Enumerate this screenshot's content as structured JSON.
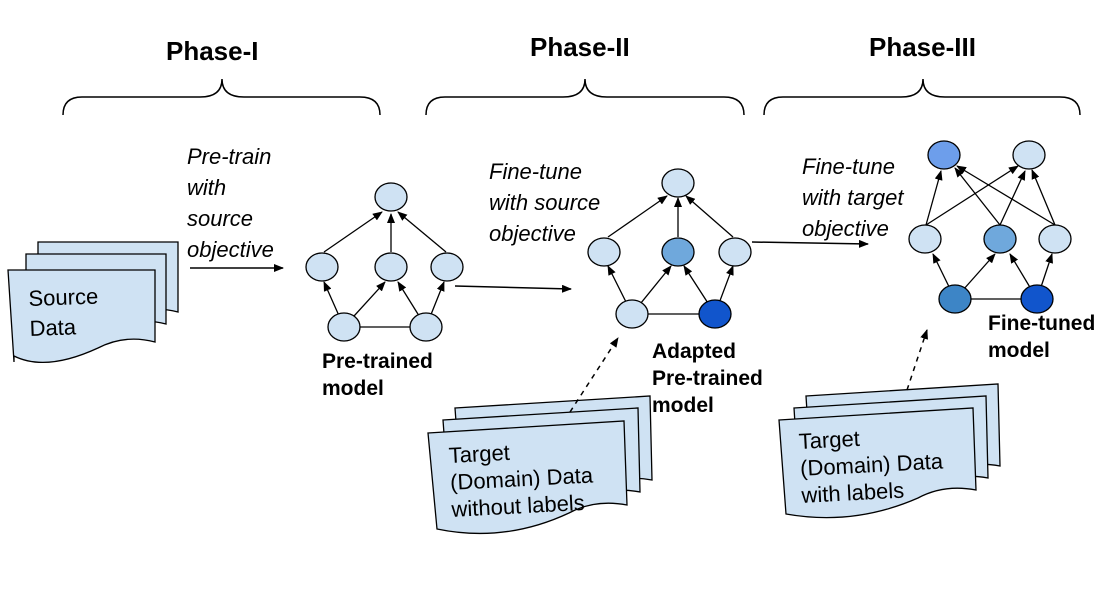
{
  "phases": {
    "phase1": {
      "title": "Phase-I"
    },
    "phase2": {
      "title": "Phase-II"
    },
    "phase3": {
      "title": "Phase-III"
    }
  },
  "steps": {
    "pretrain": [
      "Pre-train",
      "with",
      "source",
      "objective"
    ],
    "finetune_source": [
      "Fine-tune",
      "with source",
      "objective"
    ],
    "finetune_target": [
      "Fine-tune",
      "with target",
      "objective"
    ]
  },
  "models": {
    "pretrained": [
      "Pre-trained",
      "model"
    ],
    "adapted": [
      "Adapted",
      "Pre-trained",
      "model"
    ],
    "finetuned": [
      "Fine-tuned",
      "model"
    ]
  },
  "documents": {
    "source": [
      "Source",
      "Data"
    ],
    "target_unlabeled": [
      "Target",
      "(Domain) Data",
      "without labels"
    ],
    "target_labeled": [
      "Target",
      "(Domain) Data",
      "with labels"
    ]
  },
  "colors": {
    "node_light": "#cfe2f3",
    "node_medium": "#6fa8dc",
    "node_dark": "#1155cc",
    "node_medium_dark": "#3d85c6",
    "node_top_blue": "#6d9eeb",
    "doc_fill": "#cfe2f3",
    "stroke": "#000000"
  }
}
